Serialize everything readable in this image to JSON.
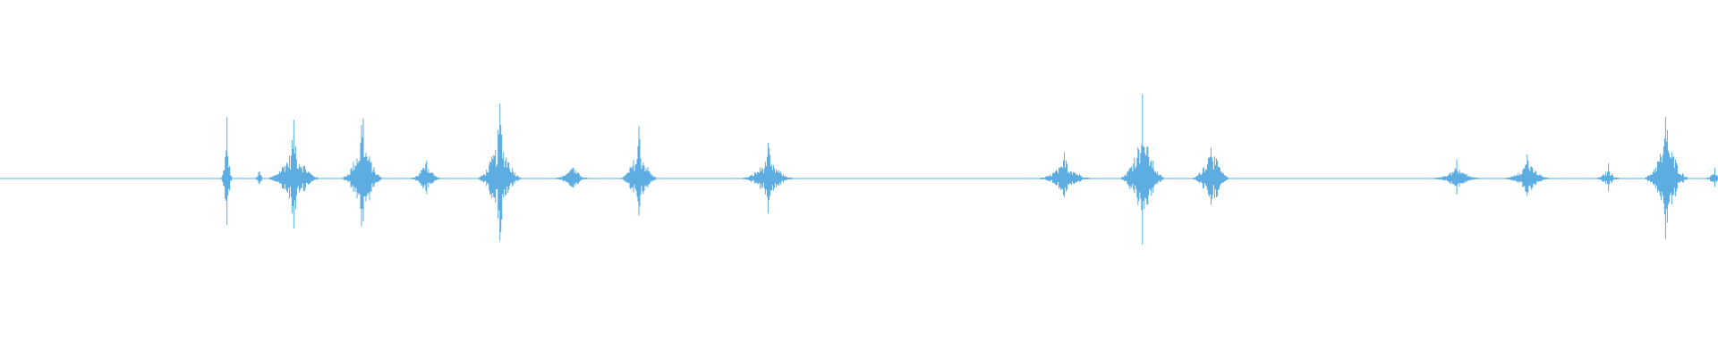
{
  "waveform": {
    "color": "#5dade2",
    "background": "#ffffff",
    "baseline_amplitude": 0.012,
    "bursts": [
      {
        "time": 0.132,
        "peak_amplitude": 0.44,
        "duration": 0.003
      },
      {
        "time": 0.151,
        "peak_amplitude": 0.1,
        "duration": 0.002
      },
      {
        "time": 0.171,
        "peak_amplitude": 0.33,
        "duration": 0.014
      },
      {
        "time": 0.211,
        "peak_amplitude": 0.44,
        "duration": 0.011
      },
      {
        "time": 0.248,
        "peak_amplitude": 0.17,
        "duration": 0.008
      },
      {
        "time": 0.291,
        "peak_amplitude": 0.44,
        "duration": 0.012
      },
      {
        "time": 0.333,
        "peak_amplitude": 0.12,
        "duration": 0.009
      },
      {
        "time": 0.372,
        "peak_amplitude": 0.33,
        "duration": 0.01
      },
      {
        "time": 0.447,
        "peak_amplitude": 0.2,
        "duration": 0.014
      },
      {
        "time": 0.62,
        "peak_amplitude": 0.17,
        "duration": 0.014
      },
      {
        "time": 0.665,
        "peak_amplitude": 0.5,
        "duration": 0.012
      },
      {
        "time": 0.705,
        "peak_amplitude": 0.33,
        "duration": 0.01
      },
      {
        "time": 0.848,
        "peak_amplitude": 0.12,
        "duration": 0.012
      },
      {
        "time": 0.889,
        "peak_amplitude": 0.17,
        "duration": 0.012
      },
      {
        "time": 0.936,
        "peak_amplitude": 0.1,
        "duration": 0.006
      },
      {
        "time": 0.97,
        "peak_amplitude": 0.44,
        "duration": 0.012
      },
      {
        "time": 0.998,
        "peak_amplitude": 0.1,
        "duration": 0.004
      }
    ]
  }
}
